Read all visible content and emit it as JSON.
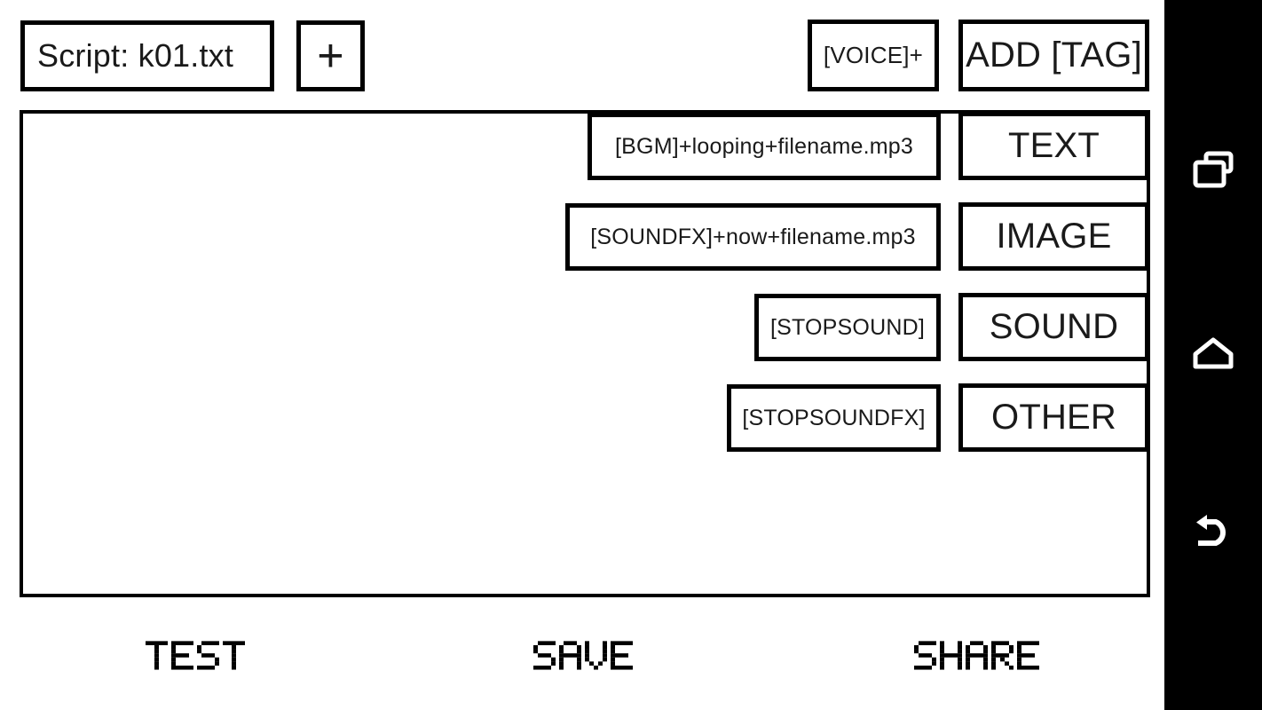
{
  "app": {
    "background_color": "#ffffff",
    "ink_color": "#000000"
  },
  "topbar": {
    "script_label": "Script: k01.txt",
    "add_script_label": "+",
    "voice_label": "[VOICE]+",
    "add_tag_label": "ADD [TAG]"
  },
  "script_panel": {
    "content": ""
  },
  "tag_suggestions": [
    {
      "label": "[BGM]+looping+filename.mp3",
      "name": "tag-bgm"
    },
    {
      "label": "[SOUNDFX]+now+filename.mp3",
      "name": "tag-soundfx"
    },
    {
      "label": "[STOPSOUND]",
      "name": "tag-stopsound"
    },
    {
      "label": "[STOPSOUNDFX]",
      "name": "tag-stopsoundfx"
    }
  ],
  "categories": [
    {
      "label": "TEXT",
      "name": "cat-text"
    },
    {
      "label": "IMAGE",
      "name": "cat-image"
    },
    {
      "label": "SOUND",
      "name": "cat-sound"
    },
    {
      "label": "OTHER",
      "name": "cat-other"
    }
  ],
  "actions": [
    {
      "label": "TEST",
      "name": "action-test"
    },
    {
      "label": "SAVE",
      "name": "action-save"
    },
    {
      "label": "SHARE",
      "name": "action-share"
    }
  ],
  "navbar": {
    "background_color": "#000000",
    "icon_color": "#ffffff",
    "buttons": [
      {
        "name": "recents-icon",
        "label": "recents"
      },
      {
        "name": "home-icon",
        "label": "home"
      },
      {
        "name": "back-icon",
        "label": "back"
      }
    ]
  }
}
